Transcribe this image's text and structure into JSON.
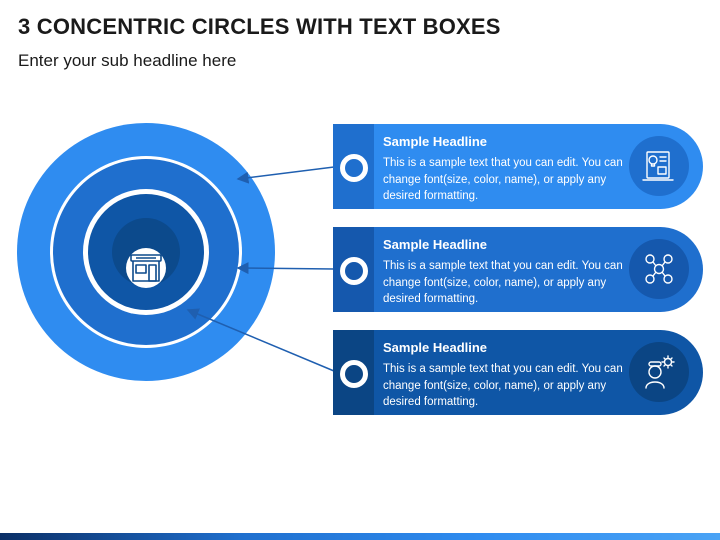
{
  "title": "3 CONCENTRIC CIRCLES WITH TEXT BOXES",
  "subtitle": "Enter your sub headline here",
  "colors": {
    "outer_ring": "#2f8cf0",
    "middle_ring": "#1f6fce",
    "inner_ring": "#0f56a6",
    "core": "#0c4a8c",
    "gap": "#ffffff",
    "arrow": "#1f5fb0",
    "bottom_bar": [
      "#0b2f66",
      "#1f6fce",
      "#2f8cf0",
      "#4aa3f5"
    ]
  },
  "center_icon": "storefront-icon",
  "cards": [
    {
      "headline": "Sample Headline",
      "text": "This is a sample text that you can edit. You can change font(size, color, name), or apply any desired formatting.",
      "icon": "idea-board-icon",
      "fill": "#2f8cf0",
      "strip": "#1f6fce",
      "badge": "#1f6fce"
    },
    {
      "headline": "Sample Headline",
      "text": "This is a sample text that you can edit. You can change font(size, color, name), or apply any desired formatting.",
      "icon": "team-network-icon",
      "fill": "#1f6fce",
      "strip": "#1558ad",
      "badge": "#1558ad"
    },
    {
      "headline": "Sample Headline",
      "text": "This is a sample text that you can edit. You can change font(size, color, name), or apply any desired formatting.",
      "icon": "person-gear-icon",
      "fill": "#0f56a6",
      "strip": "#0b4584",
      "badge": "#0b4584"
    }
  ]
}
